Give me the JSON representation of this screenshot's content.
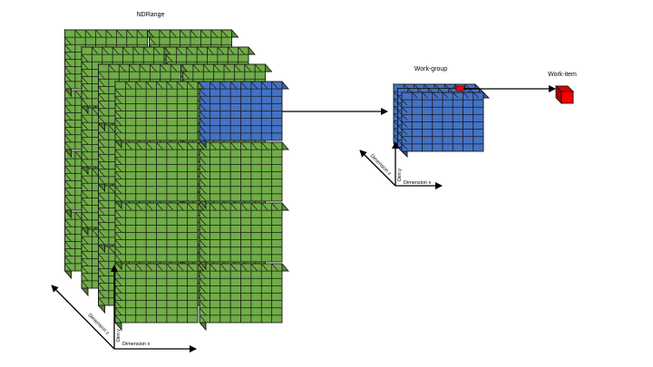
{
  "labels": {
    "ndrange": "NDRange",
    "workgroup": "Work-group",
    "workitem": "Work-item",
    "left_dimension_x": "Dimension x",
    "left_dim_y": "Dim y",
    "left_dimension_z": "Dimension z",
    "wg_dimension_x": "Dimension x",
    "wg_dim_y": "Dim y",
    "wg_dimension_z": "Dimension z"
  },
  "grid": {
    "ndrange_blocks": {
      "columns": 2,
      "rows": 4,
      "depth": 4,
      "cells_per_block": 8
    },
    "workgroup_cells": 8
  },
  "colors": {
    "green_front": "#70ad47",
    "green_top": "#5d9339",
    "green_side": "#4f7d30",
    "blue_front": "#4472c4",
    "blue_top": "#3a63ad",
    "blue_side": "#2f5292",
    "red_front": "#ff0000",
    "red_top": "#e00000",
    "red_side": "#b00000",
    "grid_line": "#1a1a1a"
  }
}
